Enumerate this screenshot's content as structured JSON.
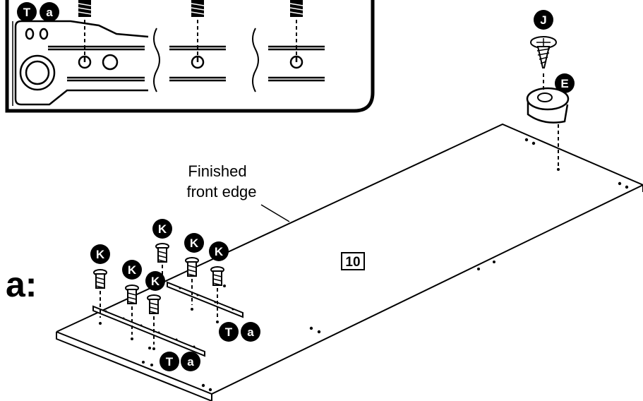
{
  "step_label": "a:",
  "panel_number": "10",
  "front_edge_label": [
    "Finished",
    "front edge"
  ],
  "part_letters": {
    "T": "T",
    "a": "a",
    "J": "J",
    "E": "E",
    "K": "K"
  },
  "colors": {
    "ink": "#000000",
    "paper": "#ffffff"
  }
}
